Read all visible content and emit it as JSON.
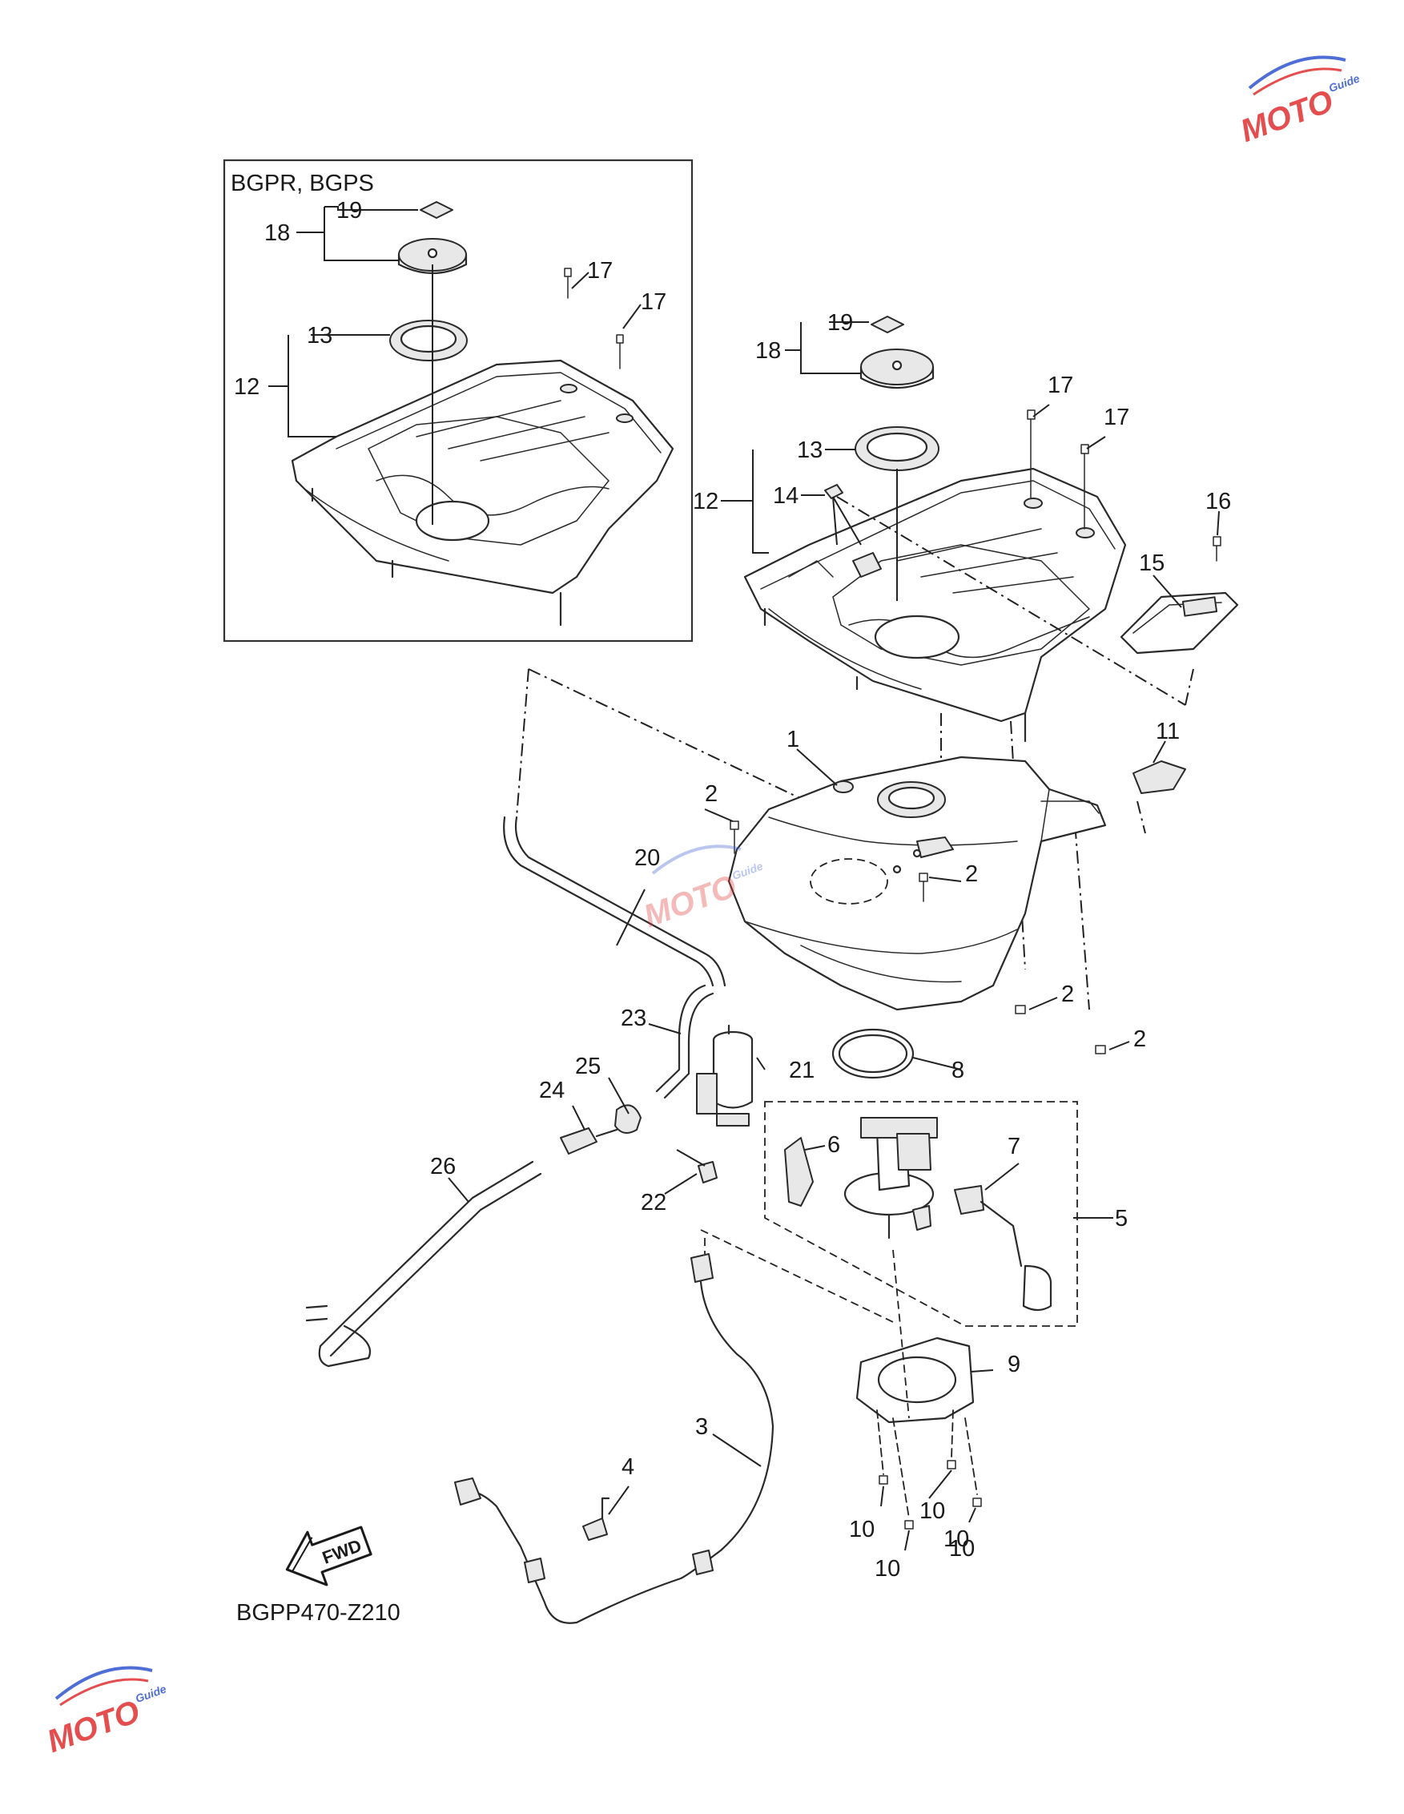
{
  "inset": {
    "header": "BGPR, BGPS",
    "labels": [
      "19",
      "18",
      "17",
      "17",
      "13",
      "12"
    ]
  },
  "main_labels": {
    "l19": "19",
    "l18": "18",
    "l17a": "17",
    "l17b": "17",
    "l13": "13",
    "l12": "12",
    "l14": "14",
    "l16": "16",
    "l15": "15",
    "l11": "11",
    "l1": "1",
    "l2a": "2",
    "l2b": "2",
    "l2c": "2",
    "l2d": "2",
    "l20": "20",
    "l23": "23",
    "l21": "21",
    "l25": "25",
    "l24": "24",
    "l8": "8",
    "l6": "6",
    "l7": "7",
    "l5": "5",
    "l26": "26",
    "l22": "22",
    "l9": "9",
    "l3": "3",
    "l4": "4",
    "l10a": "10",
    "l10b": "10",
    "l10c": "10",
    "l10d": "10",
    "l10e": "10"
  },
  "fwd_arrow": {
    "text": "FWD",
    "icon": "fwd-arrow-icon"
  },
  "figure_code": "BGPP470-Z210",
  "watermark": {
    "brand": "MOTO",
    "sub": "Guide",
    "colors": {
      "primary": "#e23b3b",
      "secondary": "#3b5fd1"
    }
  }
}
